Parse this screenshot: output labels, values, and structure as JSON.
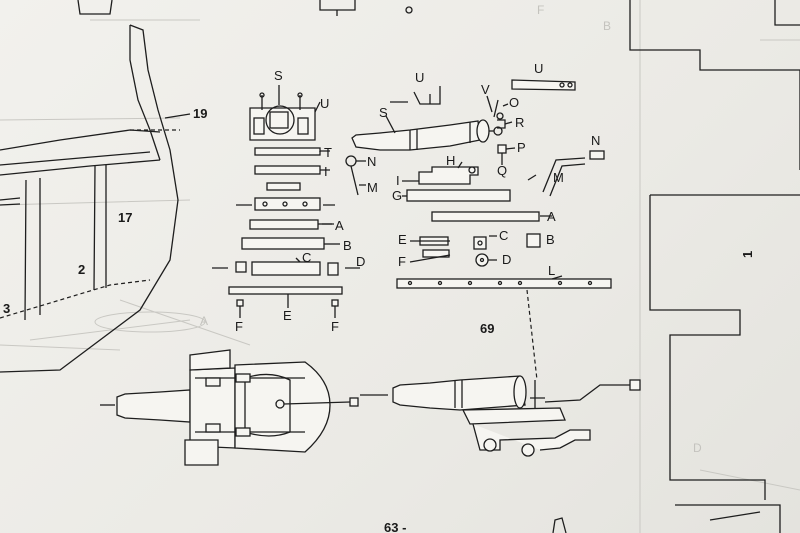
{
  "diagram": {
    "page_number": "63 -",
    "plan_section": "69",
    "side_number": "1",
    "hull_labels": [
      "19",
      "17",
      "2",
      "3"
    ],
    "exploded_carriage_labels": {
      "S": "S",
      "U": "U",
      "T": "T",
      "I": "I",
      "N": "N",
      "M": "M",
      "A": "A",
      "B": "B",
      "C": "C",
      "D": "D",
      "E": "E",
      "F_left": "F",
      "F_right": "F"
    },
    "barrel_labels": {
      "U_top": "U",
      "U_right": "U",
      "V": "V",
      "S": "S",
      "O": "O",
      "R": "R",
      "P": "P",
      "Q": "Q",
      "N": "N",
      "H": "H",
      "I": "I",
      "M": "M",
      "G": "G",
      "A": "A",
      "E": "E",
      "C": "C",
      "B": "B",
      "F": "F",
      "D": "D",
      "L": "L"
    },
    "faint_labels": [
      "A",
      "B",
      "F",
      "D"
    ]
  }
}
